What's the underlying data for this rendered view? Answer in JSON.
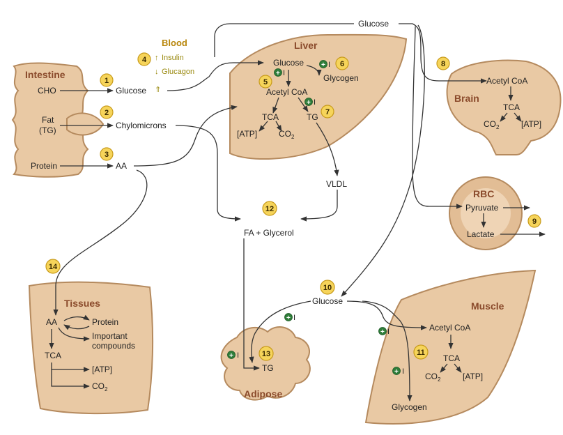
{
  "organs": {
    "intestine": "Intestine",
    "liver": "Liver",
    "brain": "Brain",
    "rbc": "RBC",
    "tissues": "Tissues",
    "adipose": "Adipose",
    "muscle": "Muscle"
  },
  "blood": {
    "title": "Blood",
    "insulin": "Insulin",
    "glucagon": "Glucagon"
  },
  "labels": {
    "cho": "CHO",
    "fat": "Fat",
    "tg_paren": "(TG)",
    "protein": "Protein",
    "glucose_int": "Glucose",
    "chylomicrons": "Chylomicrons",
    "aa_int": "AA",
    "glucose_top": "Glucose",
    "liver_glucose": "Glucose",
    "liver_glycogen": "Glycogen",
    "liver_acetylcoa": "Acetyl CoA",
    "liver_tca": "TCA",
    "liver_atp": "[ATP]",
    "liver_co2": "CO",
    "liver_tg": "TG",
    "vldl": "VLDL",
    "fa_glycerol": "FA + Glycerol",
    "brain_acetylcoa": "Acetyl CoA",
    "brain_tca": "TCA",
    "brain_co2": "CO",
    "brain_atp": "[ATP]",
    "rbc_pyruvate": "Pyruvate",
    "rbc_lactate": "Lactate",
    "glucose_mid": "Glucose",
    "muscle_acetylcoa": "Acetyl CoA",
    "muscle_tca": "TCA",
    "muscle_co2": "CO",
    "muscle_atp": "[ATP]",
    "muscle_glycogen": "Glycogen",
    "adipose_tg": "TG",
    "tissues_aa": "AA",
    "tissues_protein": "Protein",
    "tissues_important": "Important",
    "tissues_compounds": "compounds",
    "tissues_tca": "TCA",
    "tissues_atp": "[ATP]",
    "tissues_co2": "CO",
    "sub2": "2",
    "plus": "+",
    "inhib": "I"
  },
  "badges": [
    "1",
    "2",
    "3",
    "4",
    "5",
    "6",
    "7",
    "8",
    "9",
    "10",
    "11",
    "12",
    "13",
    "14"
  ],
  "colors": {
    "organ_fill": "#e9c9a4",
    "organ_stroke": "#b58a5e",
    "title_brown": "#8a4a2b",
    "badge_yellow": "#f6d45a",
    "regulator_green": "#2f7d3a"
  }
}
